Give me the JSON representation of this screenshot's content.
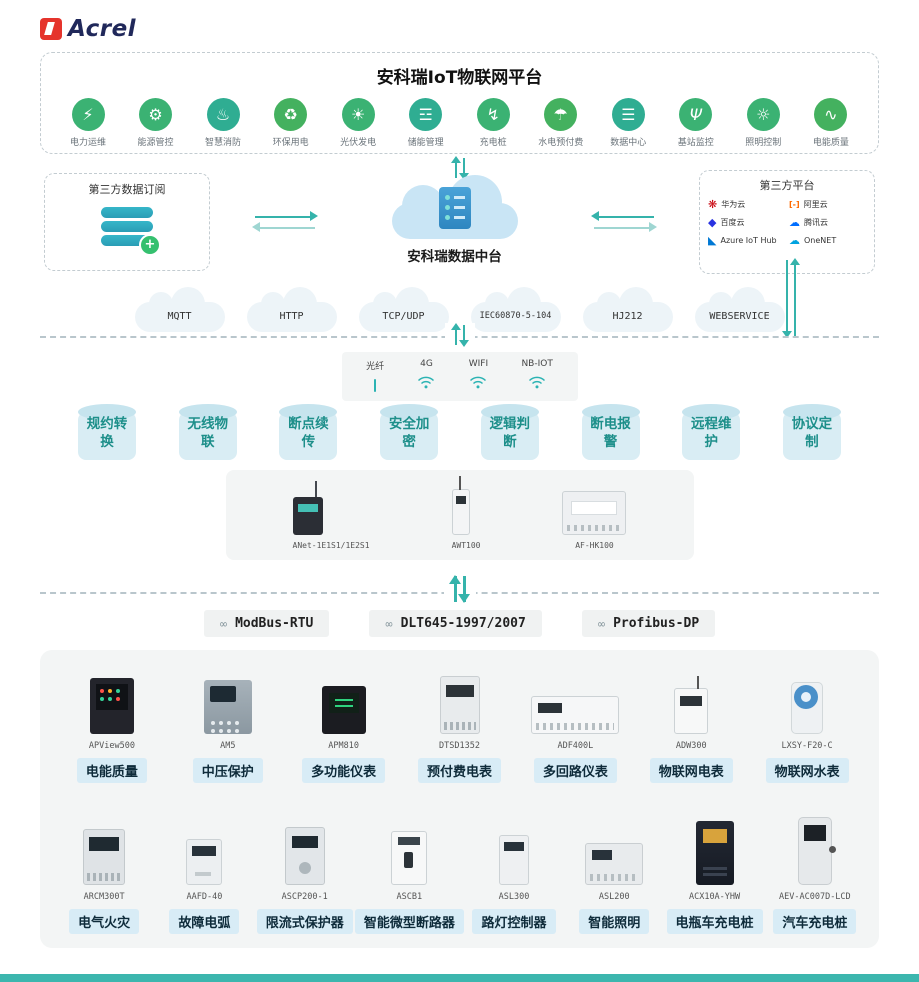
{
  "logo": {
    "text": "Acrel"
  },
  "colors": {
    "accent_teal": "#35b3ab",
    "app_green": "#3bb273",
    "label_bg": "#d8ecf6",
    "logo_red": "#e5342c"
  },
  "platform": {
    "title": "安科瑞IoT物联网平台",
    "apps": [
      {
        "label": "电力运维",
        "glyph": "⚡"
      },
      {
        "label": "能源管控",
        "glyph": "⚙"
      },
      {
        "label": "智慧消防",
        "glyph": "♨"
      },
      {
        "label": "环保用电",
        "glyph": "♻"
      },
      {
        "label": "光伏发电",
        "glyph": "☀"
      },
      {
        "label": "储能管理",
        "glyph": "☲"
      },
      {
        "label": "充电桩",
        "glyph": "↯"
      },
      {
        "label": "水电预付费",
        "glyph": "☂"
      },
      {
        "label": "数据中心",
        "glyph": "☰"
      },
      {
        "label": "基站监控",
        "glyph": "Ψ"
      },
      {
        "label": "照明控制",
        "glyph": "☼"
      },
      {
        "label": "电能质量",
        "glyph": "∿"
      }
    ]
  },
  "integration": {
    "subscription_box": {
      "title": "第三方数据订阅",
      "plus": "+"
    },
    "data_center": {
      "label": "安科瑞数据中台"
    },
    "third_party_box": {
      "title": "第三方平台",
      "vendors": [
        {
          "name": "华为云",
          "glyph": "❋",
          "color": "#c7000b"
        },
        {
          "name": "阿里云",
          "glyph": "[-]",
          "color": "#ff6a00"
        },
        {
          "name": "百度云",
          "glyph": "◆",
          "color": "#2932e1"
        },
        {
          "name": "腾讯云",
          "glyph": "☁",
          "color": "#006eff"
        },
        {
          "name": "Azure IoT Hub",
          "glyph": "◣",
          "color": "#0078d4"
        },
        {
          "name": "OneNET",
          "glyph": "☁",
          "color": "#00a3e0"
        }
      ]
    }
  },
  "protocol_clouds": [
    "MQTT",
    "HTTP",
    "TCP/UDP",
    "IEC60870-5-104",
    "HJ212",
    "WEBSERVICE"
  ],
  "connectivity": [
    {
      "label": "光纤"
    },
    {
      "label": "4G"
    },
    {
      "label": "WIFI"
    },
    {
      "label": "NB-IOT"
    }
  ],
  "capabilities": [
    "规约转换",
    "无线物联",
    "断点续传",
    "安全加密",
    "逻辑判断",
    "断电报警",
    "远程维护",
    "协议定制"
  ],
  "gateways": [
    {
      "model": "ANet-1E1S1/1E2S1"
    },
    {
      "model": "AWT100"
    },
    {
      "model": "AF-HK100"
    }
  ],
  "field_protocols": [
    {
      "label": "ModBus-RTU",
      "icon_glyph": "∞"
    },
    {
      "label": "DLT645-1997/2007",
      "icon_glyph": "∞"
    },
    {
      "label": "Profibus-DP",
      "icon_glyph": "∞"
    }
  ],
  "devices": {
    "row1": [
      {
        "model": "APView500",
        "label": "电能质量"
      },
      {
        "model": "AM5",
        "label": "中压保护"
      },
      {
        "model": "APM810",
        "label": "多功能仪表"
      },
      {
        "model": "DTSD1352",
        "label": "预付费电表"
      },
      {
        "model": "ADF400L",
        "label": "多回路仪表"
      },
      {
        "model": "ADW300",
        "label": "物联网电表"
      },
      {
        "model": "LXSY-F20-C",
        "label": "物联网水表"
      }
    ],
    "row2": [
      {
        "model": "ARCM300T",
        "label": "电气火灾"
      },
      {
        "model": "AAFD-40",
        "label": "故障电弧"
      },
      {
        "model": "ASCP200-1",
        "label": "限流式保护器"
      },
      {
        "model": "ASCB1",
        "label": "智能微型断路器"
      },
      {
        "model": "ASL300",
        "label": "路灯控制器"
      },
      {
        "model": "ASL200",
        "label": "智能照明"
      },
      {
        "model": "ACX10A-YHW",
        "label": "电瓶车充电桩"
      },
      {
        "model": "AEV-AC007D-LCD",
        "label": "汽车充电桩"
      }
    ]
  }
}
